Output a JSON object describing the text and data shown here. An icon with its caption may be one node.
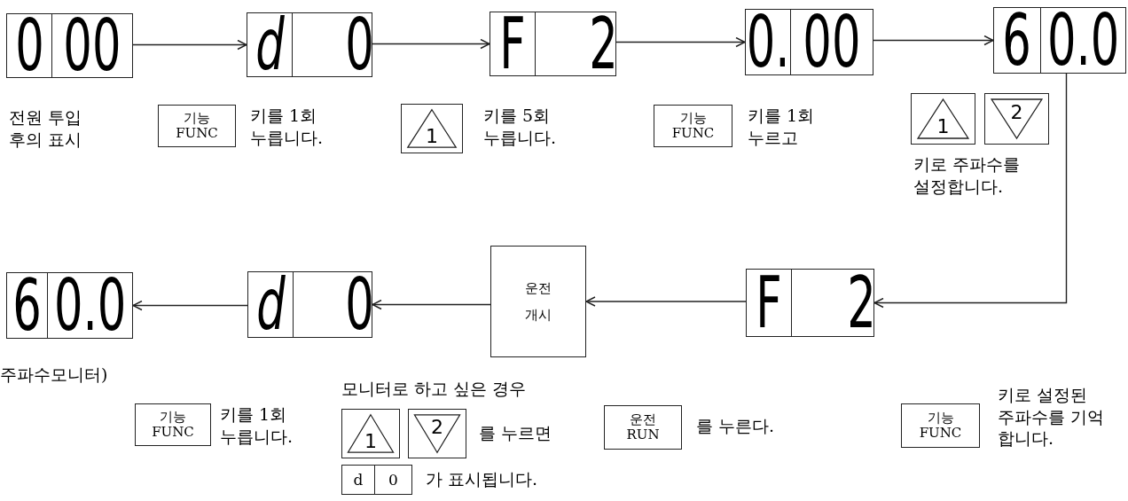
{
  "diagram": {
    "nodes": [
      {
        "text": [
          "0",
          "00"
        ],
        "beside": [
          "전원 투입 후의 표시"
        ]
      },
      {
        "text": [
          "d",
          "0"
        ]
      },
      {
        "text": [
          "F",
          "2"
        ]
      },
      {
        "text": [
          "0.",
          "00"
        ]
      },
      {
        "text": [
          "6",
          "0.0"
        ]
      },
      {
        "text": [
          "기능",
          "FUNC"
        ],
        "beside": [
          "키를 1회 누릅니다."
        ]
      },
      {
        "text": [
          "1"
        ],
        "beside": [
          "키를 5회 누릅니다."
        ]
      },
      {
        "text": [
          "기능",
          "FUNC"
        ],
        "beside": [
          "키를 1회 누르고"
        ]
      },
      {
        "text": [
          "1"
        ]
      },
      {
        "text": [
          "2"
        ]
      },
      {
        "text": [
          "6",
          "0.0"
        ],
        "beside": [
          "주파수모니터)"
        ]
      },
      {
        "text": [
          "d",
          "0"
        ]
      },
      {
        "text": [
          "운전 개시"
        ]
      },
      {
        "text": [
          "F",
          "2"
        ]
      },
      {
        "text": [
          "기능",
          "FUNC"
        ],
        "beside": [
          "키를 1회 누릅니다."
        ]
      },
      {
        "text": [
          "1"
        ]
      },
      {
        "text": [
          "2"
        ],
        "beside": [
          "를 누르면"
        ]
      },
      {
        "text": [
          "d",
          "0"
        ],
        "beside": [
          "가 표시됩니다."
        ]
      },
      {
        "text": [
          "운전",
          "RUN"
        ],
        "beside": [
          "를 누른다."
        ]
      },
      {
        "text": [
          "기능",
          "FUNC"
        ],
        "beside": [
          "키로 설정된 주파수를 기억합니다."
        ]
      }
    ],
    "edges": [
      {
        "from": 0,
        "to": 1,
        "arrow": "to"
      },
      {
        "from": 1,
        "to": 2,
        "arrow": "to"
      },
      {
        "from": 2,
        "to": 3,
        "arrow": "to"
      },
      {
        "from": 3,
        "to": 4,
        "arrow": "to"
      },
      {
        "from": 4,
        "to": 13,
        "arrow": "to"
      },
      {
        "from": 13,
        "to": 12,
        "arrow": "to"
      },
      {
        "from": 12,
        "to": 11,
        "arrow": "to"
      },
      {
        "from": 11,
        "to": 10,
        "arrow": "to"
      }
    ],
    "labels": [
      "키로 주파수를 설정합니다.",
      "모니터로 하고 싶은 경우"
    ]
  }
}
